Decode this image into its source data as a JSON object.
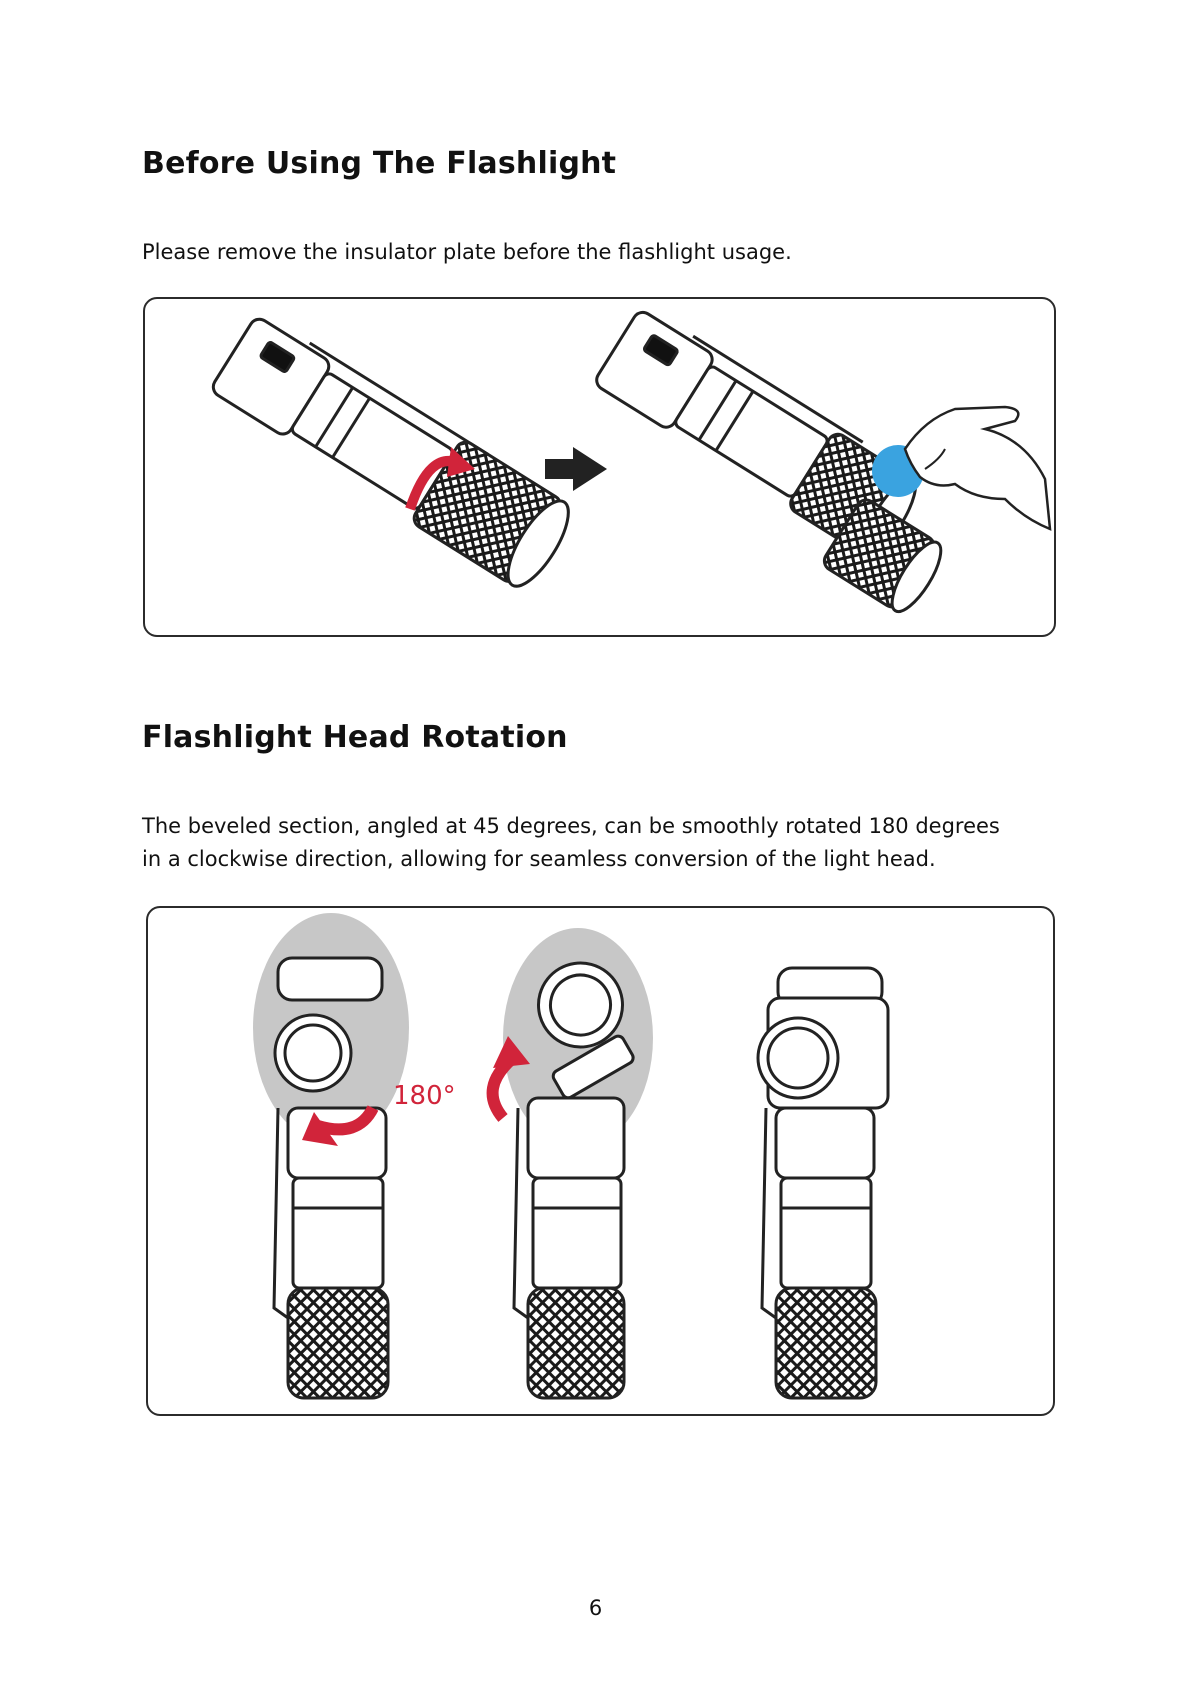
{
  "section1": {
    "title": "Before Using The Flashlight",
    "text": "Please remove the insulator plate before the flashlight usage."
  },
  "section2": {
    "title": "Flashlight Head Rotation",
    "text": "The beveled section, angled at 45 degrees, can be smoothly rotated 180 degrees in a clockwise direction, allowing for seamless conversion of the light head.",
    "rotation_label": "180°"
  },
  "page_number": "6",
  "colors": {
    "accent_red": "#d1243a",
    "insulator_blue": "#3aa3e0",
    "frame_border": "#2b2b2b"
  }
}
